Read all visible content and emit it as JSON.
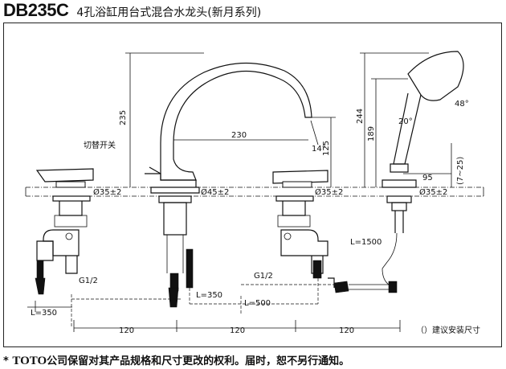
{
  "header": {
    "model": "DB235C",
    "title": "4孔浴缸用台式混合水龙头(新月系列)"
  },
  "labels": {
    "switch": "切替开关",
    "hole_left": "Ø35±2",
    "hole_center": "Ø45±2",
    "hole_right": "Ø35±2",
    "hole_hand": "Ø35±2",
    "g_left": "G1/2",
    "g_right": "G1/2",
    "l350_left": "L=350",
    "l350_center": "L=350",
    "l500": "L=500",
    "l1500": "L=1500",
    "note": "（）建议安装尺寸"
  },
  "dimensions": {
    "d235": "235",
    "d230": "230",
    "d125": "125",
    "d14": "14°",
    "d244": "244",
    "d189": "189",
    "d20": "20°",
    "d48": "48°",
    "d95": "95",
    "d7_25": "(7~25)",
    "d120a": "120",
    "d120b": "120",
    "d120c": "120"
  },
  "footer": {
    "star": "*",
    "brand": "TOTO",
    "text": "公司保留对其产品规格和尺寸更改的权利。届时，恕不另行通知。"
  }
}
